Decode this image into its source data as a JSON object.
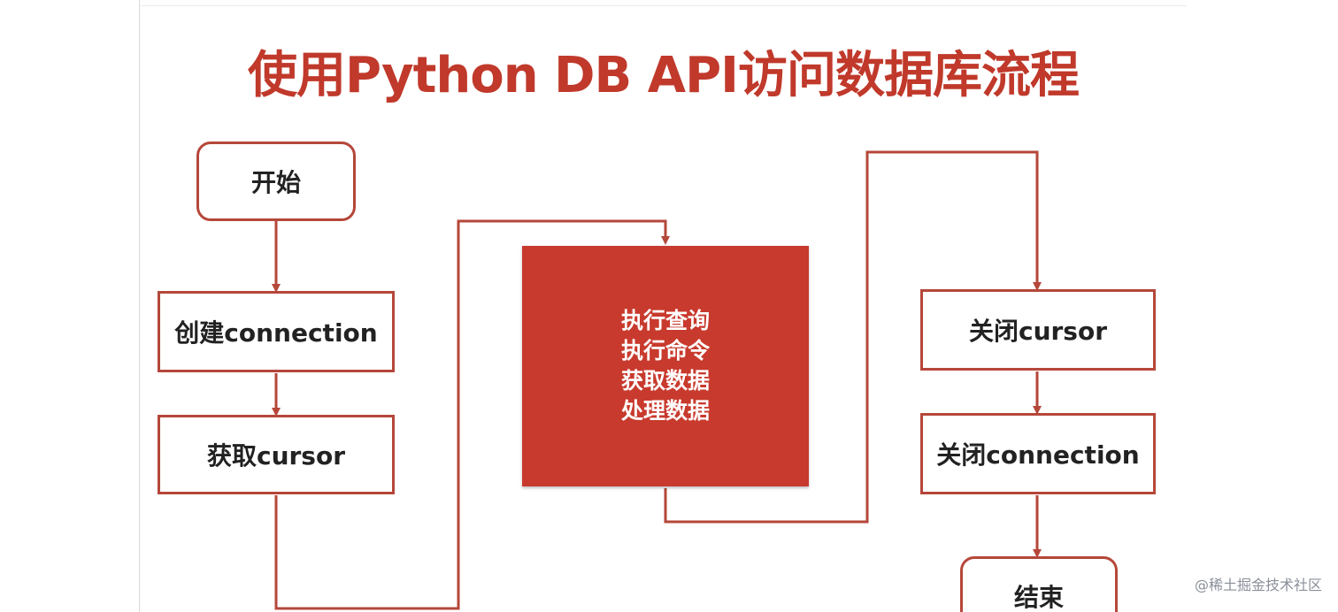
{
  "title": "使用Python DB API访问数据库流程",
  "nodes": {
    "start": "开始",
    "create_connection": "创建connection",
    "get_cursor": "获取cursor",
    "center_lines": [
      "执行查询",
      "执行命令",
      "获取数据",
      "处理数据"
    ],
    "close_cursor": "关闭cursor",
    "close_connection": "关闭connection",
    "end": "结束"
  },
  "watermark": "@稀土掘金技术社区",
  "colors": {
    "accent": "#c0392b",
    "box_border": "#b5473a",
    "center_fill": "#c83a2d",
    "connector": "#b5473a"
  }
}
